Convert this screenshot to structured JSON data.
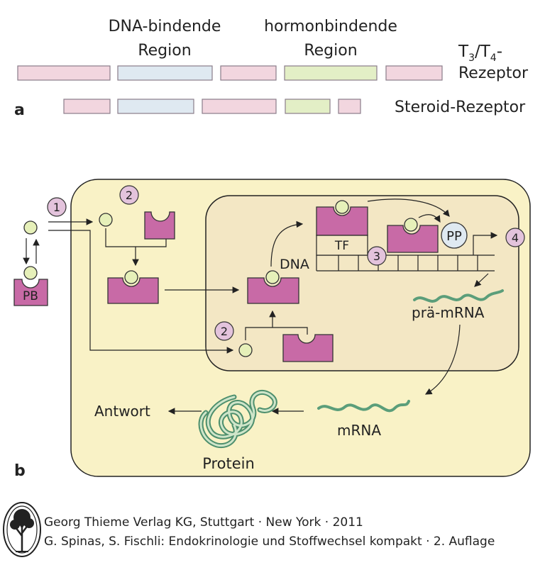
{
  "part_a": {
    "label": "a",
    "dna_region_label_1": "DNA-bindende",
    "dna_region_label_2": "Region",
    "hormone_region_label_1": "hormonbindende",
    "hormone_region_label_2": "Region",
    "t3t4_T1": "T",
    "t3t4_sub1": "3",
    "t3t4_slash": "/T",
    "t3t4_sub2": "4",
    "t3t4_dash": "-",
    "t3t4_line2": "Rezeptor",
    "steroid_label": "Steroid-Rezeptor"
  },
  "part_b": {
    "label": "b",
    "step1": "1",
    "step2": "2",
    "step3": "3",
    "step4": "4",
    "pb": "PB",
    "tf": "TF",
    "pp": "PP",
    "dna": "DNA",
    "pre_mrna": "prä-mRNA",
    "mrna": "mRNA",
    "protein": "Protein",
    "antwort": "Antwort"
  },
  "footer": {
    "line1": "Georg Thieme Verlag KG, Stuttgart · New York · 2011",
    "line2": "G. Spinas, S. Fischli: Endokrinologie und Stoffwechsel kompakt · 2. Auflage"
  },
  "colors": {
    "pink_region": "#f2d6df",
    "blue_region": "#dfe9f1",
    "green_region": "#e3efc6",
    "cell_fill": "#f9f2c6",
    "nucleus_fill": "#f3e7c4",
    "receptor_fill": "#c86aa6",
    "hormone_fill": "#e6f0b9",
    "circle_step_fill": "#e3c3dc",
    "rna_green": "#5b9e7a"
  }
}
